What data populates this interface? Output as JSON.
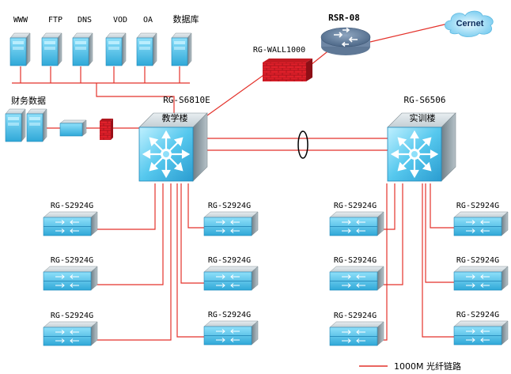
{
  "colors": {
    "link": "#e4322b",
    "device": "#59c4ea",
    "firewall": "#e0202a",
    "cloud": "#8fd6f2"
  },
  "servers": [
    "WWW",
    "FTP",
    "DNS",
    "VOD",
    "OA",
    "数据库"
  ],
  "finance": {
    "label": "财务数据"
  },
  "router": {
    "label": "RSR-08"
  },
  "internet": {
    "label": "Cernet"
  },
  "firewall": {
    "label": "RG-WALL1000"
  },
  "core_left": {
    "model": "RG-S6810E",
    "building": "教学楼"
  },
  "core_right": {
    "model": "RG-S6506",
    "building": "实训楼"
  },
  "access_label": "RG-S2924G",
  "legend": {
    "label": "1000M 光纤链路"
  }
}
